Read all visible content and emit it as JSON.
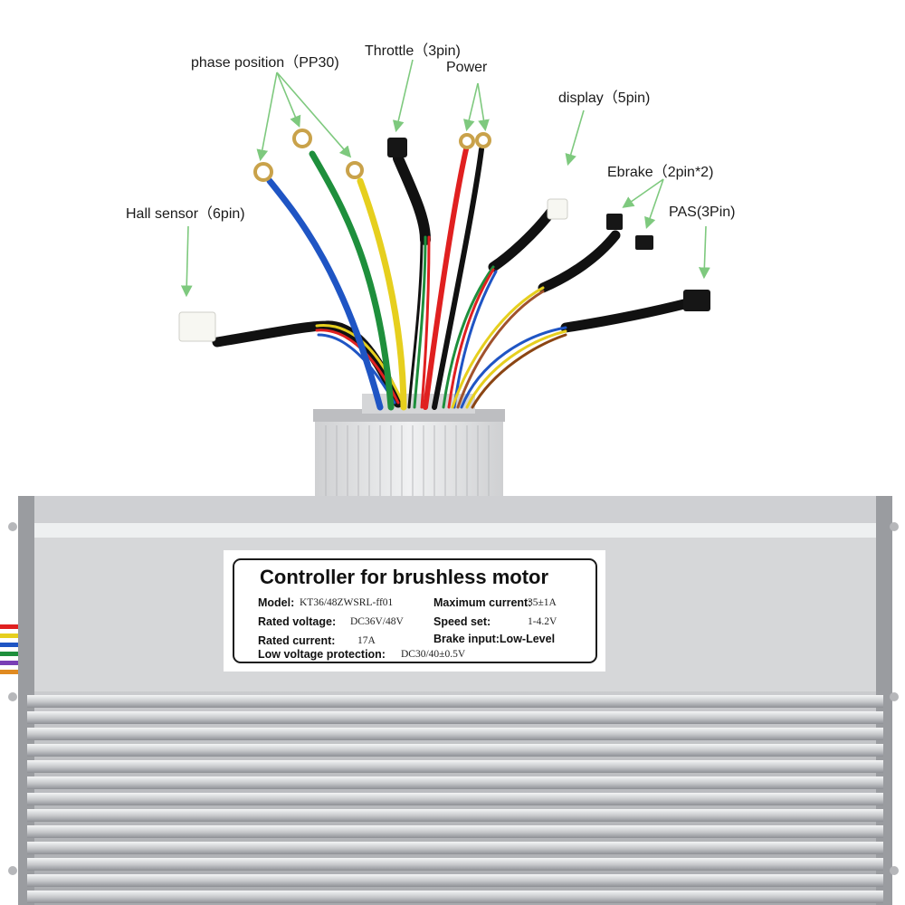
{
  "callouts": {
    "phase_position": "phase position（PP30)",
    "throttle": "Throttle（3pin)",
    "power": "Power",
    "display": "display（5pin)",
    "ebrake": "Ebrake（2pin*2)",
    "pas": "PAS(3Pin)",
    "hall_sensor": "Hall sensor（6pin)"
  },
  "label": {
    "title": "Controller for brushless motor",
    "model_label": "Model:",
    "model_value": "KT36/48ZWSRL-ff01",
    "max_current_label": "Maximum current:",
    "max_current_value": "35±1A",
    "rated_voltage_label": "Rated voltage:",
    "rated_voltage_value": "DC36V/48V",
    "speed_set_label": "Speed set:",
    "speed_set_value": "1-4.2V",
    "rated_current_label": "Rated current:",
    "rated_current_value": "17A",
    "brake_input": "Brake input:Low-Level",
    "low_voltage_label": "Low voltage protection:",
    "low_voltage_value": "DC30/40±0.5V"
  },
  "colors": {
    "arrow": "#7ec97e",
    "housing": "#d9dadc",
    "wire_blue": "#1f55c4",
    "wire_green": "#1e8f3c",
    "wire_yellow": "#e6cf1e",
    "wire_red": "#e02020",
    "wire_black": "#111111"
  }
}
